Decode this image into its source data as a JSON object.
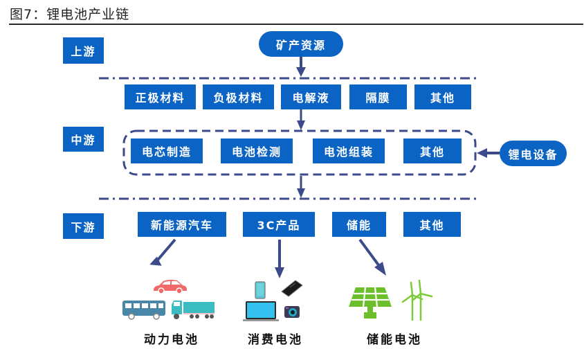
{
  "title": "图7：锂电池产业链",
  "stages": {
    "upstream": "上游",
    "midstream": "中游",
    "downstream": "下游"
  },
  "sources": {
    "mineral_resources": "矿产资源",
    "lithium_equipment": "锂电设备"
  },
  "upstream_items": [
    "正极材料",
    "负极材料",
    "电解液",
    "隔膜",
    "其他"
  ],
  "midstream_items": [
    "电芯制造",
    "电池检测",
    "电池组装",
    "其他"
  ],
  "downstream_items": [
    "新能源汽车",
    "3C产品",
    "储能",
    "其他"
  ],
  "battery_types": [
    "动力电池",
    "消费电池",
    "储能电池"
  ],
  "icons": {
    "power": [
      "car-icon",
      "bus-icon",
      "truck-icon"
    ],
    "consumer": [
      "phone-icon",
      "power-bank-icon",
      "laptop-icon",
      "camera-icon"
    ],
    "storage": [
      "solar-panel-icon",
      "wind-turbine-icon"
    ]
  },
  "colors": {
    "box_fill": "#0b63c4",
    "line": "#3b4a8a",
    "car": "#f06a6a",
    "bus": "#4a86a8",
    "truck": "#3bbcc0",
    "laptop": "#35c1ef",
    "solar": "#6cbf2a"
  }
}
